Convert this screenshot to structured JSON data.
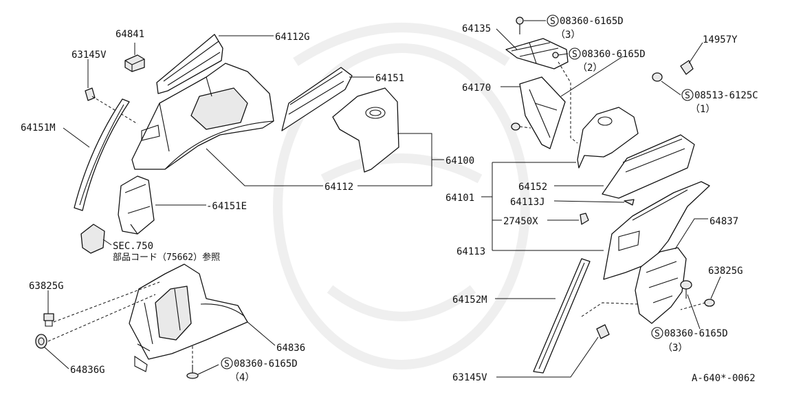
{
  "diagram": {
    "labels": {
      "p64841": "64841",
      "p63145v_l": "63145V",
      "p64112g": "64112G",
      "p64151m": "64151M",
      "p64151": "64151",
      "p64100": "64100",
      "p64112": "64112",
      "p64151e": "-64151E",
      "sec750": "SEC.750",
      "buhin": "部品コード（75662）参照",
      "p63825g_l": "63825G",
      "p64836g": "64836G",
      "p64836": "64836",
      "s08360_bl": "08360-6165D",
      "q4": "（4）",
      "p64135": "64135",
      "s08360_t1": "08360-6165D",
      "q3a": "（3）",
      "s08360_t2": "08360-6165D",
      "q2": "（2）",
      "p14957y": "14957Y",
      "s08513": "08513-6125C",
      "q1": "（1）",
      "p64170": "64170",
      "p64101": "64101",
      "p64152": "64152",
      "p64113j": "64113J",
      "p27450x": "27450X",
      "p64113": "64113",
      "p64837": "64837",
      "p63825g_r": "63825G",
      "p64152m": "64152M",
      "s08360_br": "08360-6165D",
      "q3b": "（3）",
      "p63145v_r": "63145V",
      "ref": "A-640*-0062",
      "s_mark": "S"
    }
  }
}
